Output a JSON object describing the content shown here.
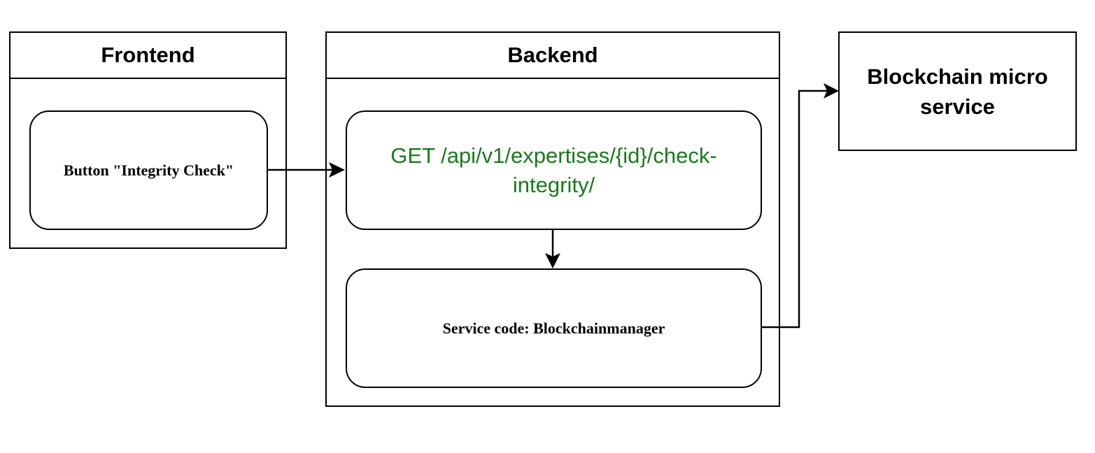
{
  "frontend": {
    "title": "Frontend",
    "button_node": "Button \"Integrity Check\""
  },
  "backend": {
    "title": "Backend",
    "endpoint": "GET /api/v1/expertises/{id}/check-integrity/",
    "service": "Service code: Blockchainmanager"
  },
  "external": {
    "title": "Blockchain micro service"
  },
  "colors": {
    "endpoint_text": "#1a7a1a",
    "stroke": "#000000"
  }
}
